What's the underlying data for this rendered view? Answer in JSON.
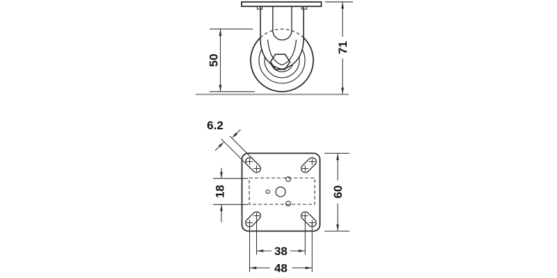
{
  "dimensions": {
    "wheel_diameter": "50",
    "overall_height": "71",
    "slot_width": "6.2",
    "bracket_offset": "18",
    "plate_size": "60",
    "hole_spacing_inner": "38",
    "hole_spacing_outer": "48"
  },
  "colors": {
    "line": "#2b2b2b",
    "dimension_line": "#2f2f2f",
    "ground": "#a8a8a8",
    "background": "#ffffff"
  }
}
